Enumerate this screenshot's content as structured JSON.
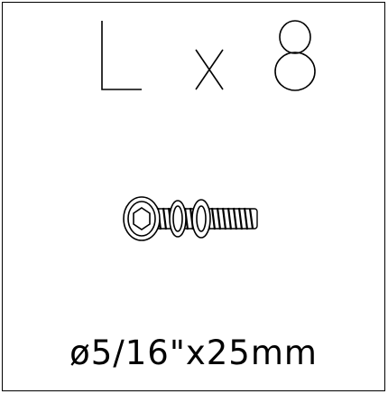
{
  "title": {
    "letter": "L",
    "times": "x",
    "quantity": "8"
  },
  "spec": {
    "text": "ø5/16\"x25mm"
  },
  "illustration": {
    "icon": "button-head-hex-socket-screw-with-washers"
  }
}
